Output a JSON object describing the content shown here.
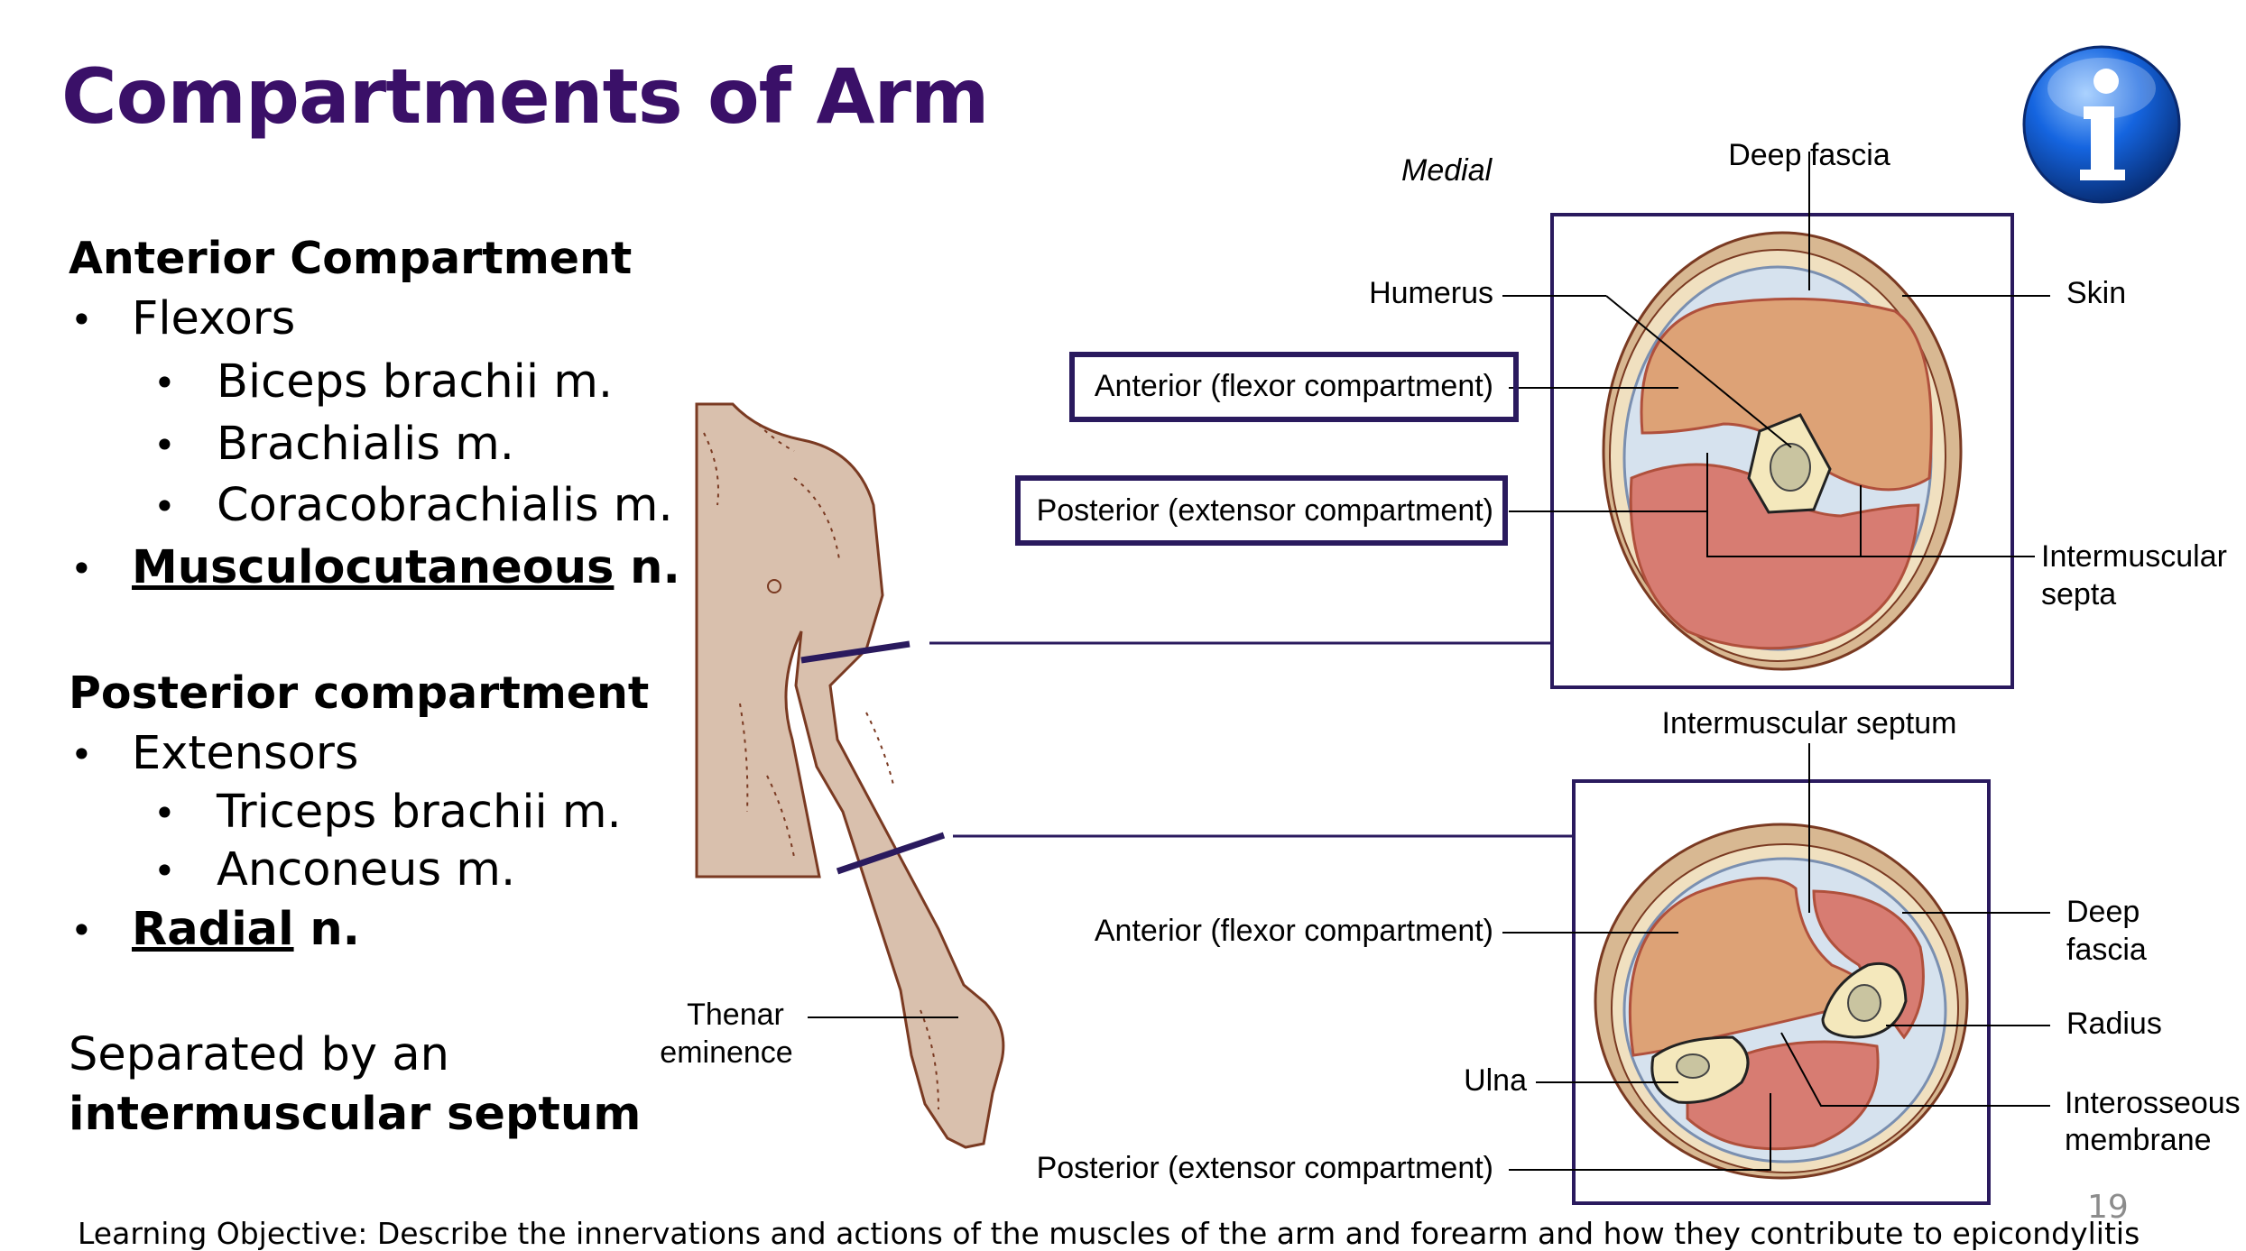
{
  "slide": {
    "title": "Compartments of Arm",
    "page_number": "19",
    "learning_objective": "Learning Objective: Describe the innervations and actions of the muscles of the arm and forearm and how they contribute to epicondylitis"
  },
  "anterior": {
    "heading": "Anterior Compartment",
    "flexors": "Flexors",
    "muscles": [
      "Biceps brachii m.",
      "Brachialis m.",
      "Coracobrachialis m."
    ],
    "nerve_name": "Musculocutaneous",
    "nerve_suffix": " n."
  },
  "posterior": {
    "heading": "Posterior compartment",
    "extensors": "Extensors",
    "muscles": [
      "Triceps brachii m.",
      "Anconeus m."
    ],
    "nerve_name": "Radial",
    "nerve_suffix": " n."
  },
  "separator": {
    "line1": "Separated by an",
    "line2": "intermuscular septum"
  },
  "diagram": {
    "thenar_line1": "Thenar",
    "thenar_line2": "eminence",
    "arm": {
      "medial": "Medial",
      "deep_fascia": "Deep fascia",
      "humerus": "Humerus",
      "skin": "Skin",
      "anterior": "Anterior (flexor compartment)",
      "posterior": "Posterior (extensor compartment)",
      "septa_line1": "Intermuscular",
      "septa_line2": "septa"
    },
    "forearm": {
      "septum": "Intermuscular septum",
      "anterior": "Anterior (flexor compartment)",
      "deep_line1": "Deep",
      "deep_line2": "fascia",
      "radius": "Radius",
      "ulna": "Ulna",
      "interosseous_line1": "Interosseous",
      "interosseous_line2": "membrane",
      "posterior": "Posterior (extensor compartment)"
    }
  },
  "colors": {
    "title": "#3a1068",
    "frame": "#2a1a5e",
    "skin_tone": "#d9c0ad",
    "flexor": "#dda276",
    "extensor": "#d77c72"
  }
}
